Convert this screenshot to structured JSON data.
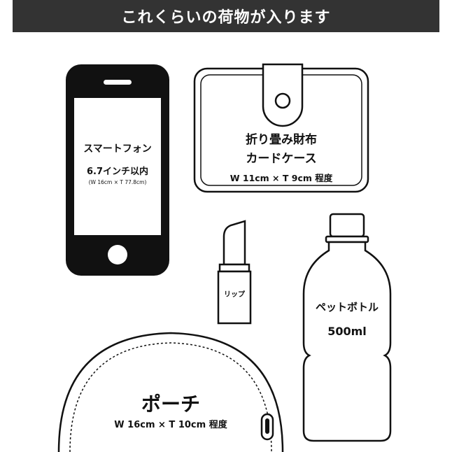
{
  "header": {
    "title": "これくらいの荷物が入ります"
  },
  "colors": {
    "header_bg": "#333333",
    "ink": "#111111",
    "page_bg": "#ffffff"
  },
  "items": {
    "smartphone": {
      "name": "スマートフォン",
      "size": "6.7インチ以内",
      "dims": "(W 16cm × T 77.8cm)"
    },
    "wallet": {
      "name_line1": "折り畳み財布",
      "name_line2": "カードケース",
      "dims": "W 11cm × T 9cm 程度"
    },
    "lipstick": {
      "name": "リップ"
    },
    "bottle": {
      "name": "ペットボトル",
      "volume": "500ml"
    },
    "pouch": {
      "name": "ポーチ",
      "dims": "W 16cm × T 10cm 程度"
    }
  }
}
